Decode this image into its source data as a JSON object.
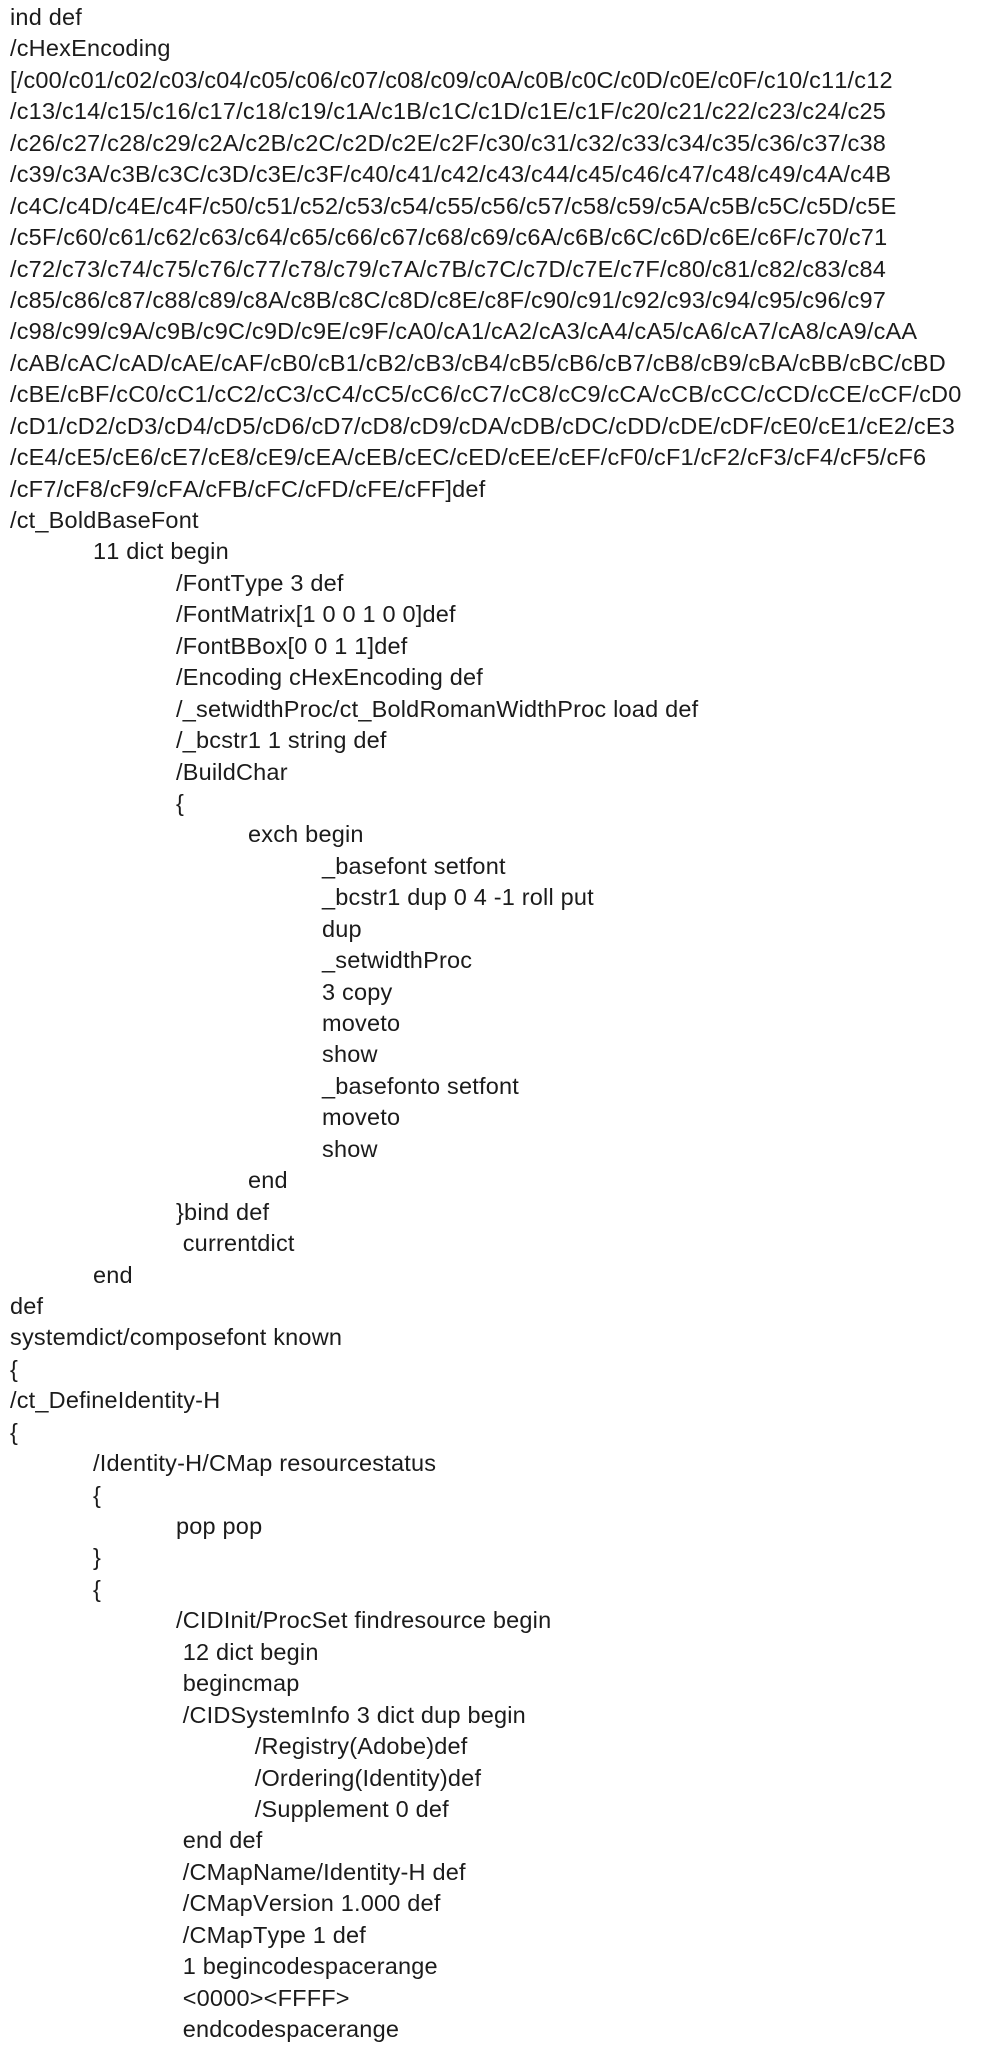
{
  "style": {
    "background": "#ffffff",
    "text_color": "#1b1b1b"
  },
  "document": {
    "lines": [
      {
        "indent": 0,
        "text": "ind def"
      },
      {
        "indent": 0,
        "text": "/cHexEncoding"
      },
      {
        "indent": 0,
        "text": "[/c00/c01/c02/c03/c04/c05/c06/c07/c08/c09/c0A/c0B/c0C/c0D/c0E/c0F/c10/c11/c12"
      },
      {
        "indent": 0,
        "text": "/c13/c14/c15/c16/c17/c18/c19/c1A/c1B/c1C/c1D/c1E/c1F/c20/c21/c22/c23/c24/c25"
      },
      {
        "indent": 0,
        "text": "/c26/c27/c28/c29/c2A/c2B/c2C/c2D/c2E/c2F/c30/c31/c32/c33/c34/c35/c36/c37/c38"
      },
      {
        "indent": 0,
        "text": "/c39/c3A/c3B/c3C/c3D/c3E/c3F/c40/c41/c42/c43/c44/c45/c46/c47/c48/c49/c4A/c4B"
      },
      {
        "indent": 0,
        "text": "/c4C/c4D/c4E/c4F/c50/c51/c52/c53/c54/c55/c56/c57/c58/c59/c5A/c5B/c5C/c5D/c5E"
      },
      {
        "indent": 0,
        "text": "/c5F/c60/c61/c62/c63/c64/c65/c66/c67/c68/c69/c6A/c6B/c6C/c6D/c6E/c6F/c70/c71"
      },
      {
        "indent": 0,
        "text": "/c72/c73/c74/c75/c76/c77/c78/c79/c7A/c7B/c7C/c7D/c7E/c7F/c80/c81/c82/c83/c84"
      },
      {
        "indent": 0,
        "text": "/c85/c86/c87/c88/c89/c8A/c8B/c8C/c8D/c8E/c8F/c90/c91/c92/c93/c94/c95/c96/c97"
      },
      {
        "indent": 0,
        "text": "/c98/c99/c9A/c9B/c9C/c9D/c9E/c9F/cA0/cA1/cA2/cA3/cA4/cA5/cA6/cA7/cA8/cA9/cAA"
      },
      {
        "indent": 0,
        "text": "/cAB/cAC/cAD/cAE/cAF/cB0/cB1/cB2/cB3/cB4/cB5/cB6/cB7/cB8/cB9/cBA/cBB/cBC/cBD"
      },
      {
        "indent": 0,
        "text": "/cBE/cBF/cC0/cC1/cC2/cC3/cC4/cC5/cC6/cC7/cC8/cC9/cCA/cCB/cCC/cCD/cCE/cCF/cD0"
      },
      {
        "indent": 0,
        "text": "/cD1/cD2/cD3/cD4/cD5/cD6/cD7/cD8/cD9/cDA/cDB/cDC/cDD/cDE/cDF/cE0/cE1/cE2/cE3"
      },
      {
        "indent": 0,
        "text": "/cE4/cE5/cE6/cE7/cE8/cE9/cEA/cEB/cEC/cED/cEE/cEF/cF0/cF1/cF2/cF3/cF4/cF5/cF6"
      },
      {
        "indent": 0,
        "text": "/cF7/cF8/cF9/cFA/cFB/cFC/cFD/cFE/cFF]def"
      },
      {
        "indent": 0,
        "text": "/ct_BoldBaseFont"
      },
      {
        "indent": 1,
        "text": "11 dict begin"
      },
      {
        "indent": 2,
        "text": "/FontType 3 def"
      },
      {
        "indent": 2,
        "text": "/FontMatrix[1 0 0 1 0 0]def"
      },
      {
        "indent": 2,
        "text": "/FontBBox[0 0 1 1]def"
      },
      {
        "indent": 2,
        "text": "/Encoding cHexEncoding def"
      },
      {
        "indent": 2,
        "text": "/_setwidthProc/ct_BoldRomanWidthProc load def"
      },
      {
        "indent": 2,
        "text": "/_bcstr1 1 string def"
      },
      {
        "indent": 2,
        "text": "/BuildChar"
      },
      {
        "indent": 2,
        "text": "{"
      },
      {
        "indent": 3,
        "text": "exch begin"
      },
      {
        "indent": 4,
        "text": "_basefont setfont"
      },
      {
        "indent": 4,
        "text": "_bcstr1 dup 0 4 -1 roll put"
      },
      {
        "indent": 4,
        "text": "dup"
      },
      {
        "indent": 4,
        "text": "_setwidthProc"
      },
      {
        "indent": 4,
        "text": "3 copy"
      },
      {
        "indent": 4,
        "text": "moveto"
      },
      {
        "indent": 4,
        "text": "show"
      },
      {
        "indent": 4,
        "text": "_basefonto setfont"
      },
      {
        "indent": 4,
        "text": "moveto"
      },
      {
        "indent": 4,
        "text": "show"
      },
      {
        "indent": 3,
        "text": "end"
      },
      {
        "indent": 2,
        "text": "}bind def"
      },
      {
        "indent": 2,
        "text": " currentdict"
      },
      {
        "indent": 1,
        "text": "end"
      },
      {
        "indent": 0,
        "text": "def"
      },
      {
        "indent": 0,
        "text": "systemdict/composefont known"
      },
      {
        "indent": 0,
        "text": "{"
      },
      {
        "indent": 0,
        "text": "/ct_DefineIdentity-H"
      },
      {
        "indent": 0,
        "text": "{"
      },
      {
        "indent": 1,
        "text": "/Identity-H/CMap resourcestatus"
      },
      {
        "indent": 1,
        "text": "{"
      },
      {
        "indent": 2,
        "text": "pop pop"
      },
      {
        "indent": 1,
        "text": "}"
      },
      {
        "indent": 1,
        "text": "{"
      },
      {
        "indent": 2,
        "text": "/CIDInit/ProcSet findresource begin"
      },
      {
        "indent": 2,
        "text": " 12 dict begin"
      },
      {
        "indent": 2,
        "text": " begincmap"
      },
      {
        "indent": 2,
        "text": " /CIDSystemInfo 3 dict dup begin"
      },
      {
        "indent": 3,
        "text": " /Registry(Adobe)def"
      },
      {
        "indent": 3,
        "text": " /Ordering(Identity)def"
      },
      {
        "indent": 3,
        "text": " /Supplement 0 def"
      },
      {
        "indent": 2,
        "text": " end def"
      },
      {
        "indent": 2,
        "text": " /CMapName/Identity-H def"
      },
      {
        "indent": 2,
        "text": " /CMapVersion 1.000 def"
      },
      {
        "indent": 2,
        "text": " /CMapType 1 def"
      },
      {
        "indent": 2,
        "text": " 1 begincodespacerange"
      },
      {
        "indent": 2,
        "text": " <0000><FFFF>"
      },
      {
        "indent": 2,
        "text": " endcodespacerange"
      }
    ]
  }
}
